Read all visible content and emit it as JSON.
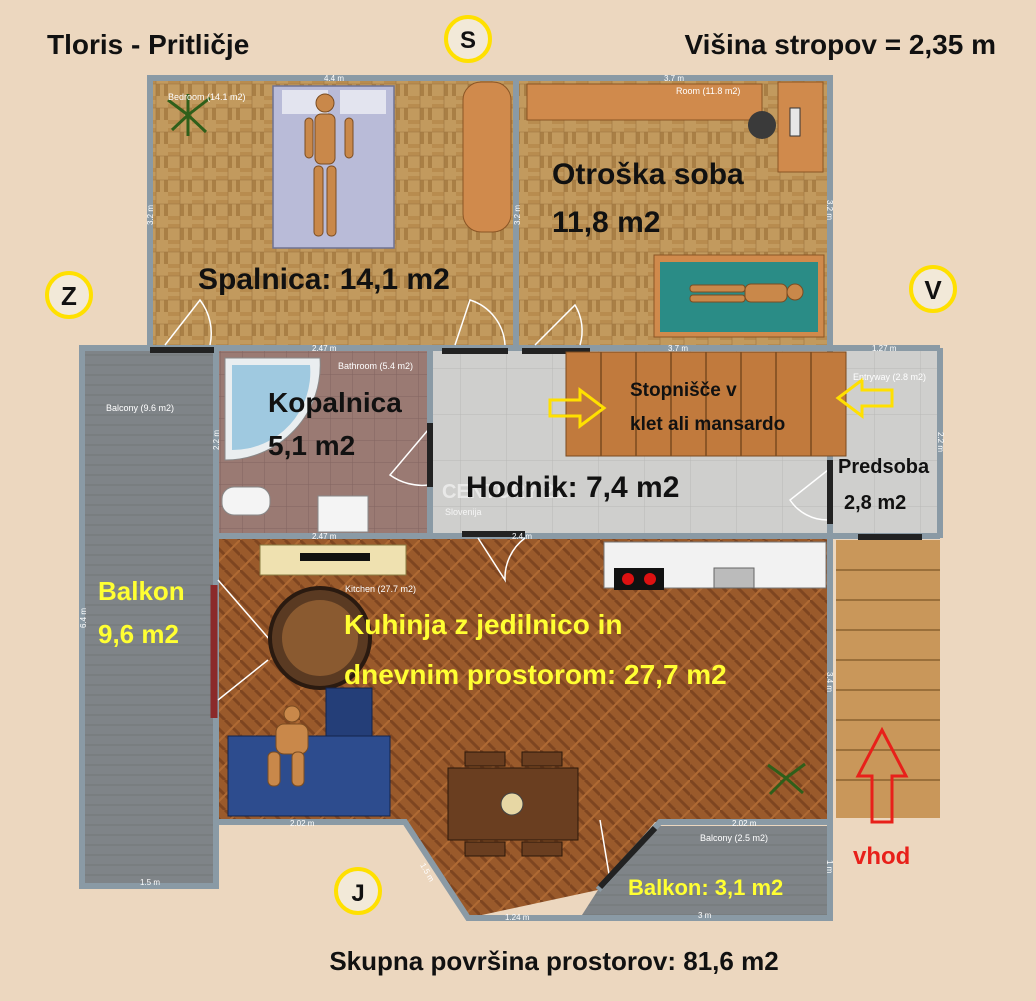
{
  "header": {
    "title": "Tloris - Pritličje",
    "ceiling_height": "Višina stropov = 2,35 m"
  },
  "compass": {
    "north": "S",
    "east": "V",
    "south": "J",
    "west": "Z"
  },
  "rooms": {
    "bedroom": {
      "label": "Spalnica: 14,1 m2",
      "small_label": "Bedroom (14.1 m2)"
    },
    "kids_room": {
      "label_line1": "Otroška soba",
      "label_line2": "11,8 m2",
      "small_label": "Room (11.8 m2)"
    },
    "bathroom": {
      "label_line1": "Kopalnica",
      "label_line2": "5,1 m2",
      "small_label": "Bathroom (5.4 m2)"
    },
    "hallway": {
      "label": "Hodnik: 7,4 m2"
    },
    "stairs": {
      "label_line1": "Stopnišče v",
      "label_line2": "klet ali mansardo"
    },
    "entry": {
      "label_line1": "Predsoba",
      "label_line2": "2,8 m2",
      "small_label": "Entryway (2.8 m2)"
    },
    "balcony_west": {
      "label_line1": "Balkon",
      "label_line2": "9,6 m2",
      "small_label": "Balcony (9.6 m2)"
    },
    "kitchen": {
      "label_line1": "Kuhinja z jedilnico in",
      "label_line2": "dnevnim prostorom: 27,7 m2",
      "small_label": "Kitchen (27.7 m2)"
    },
    "balcony_south": {
      "label": "Balkon: 3,1 m2",
      "small_label": "Balcony (2.5 m2)"
    }
  },
  "entrance": {
    "label": "vhod"
  },
  "total": {
    "label": "Skupna površina prostorov: 81,6 m2"
  },
  "dimensions": {
    "bedroom_width": "4.4 m",
    "kids_width": "3.7 m",
    "bedroom_height": "3.2 m",
    "kids_height_left": "3.2 m",
    "kids_height_right": "3.2 m",
    "bath_width_top": "2.47 m",
    "bath_width_bottom": "2.47 m",
    "bath_height": "2.2 m",
    "hall_width": "3.7 m",
    "entry_width": "1.27 m",
    "entry_height": "2.2 m",
    "balcony_height": "6.4 m",
    "balcony_width": "1.5 m",
    "kitchen_bottom": "2.02 m",
    "bay_diag": "1.5 m",
    "bay_bottom": "1.24 m",
    "south_balcony_top": "2.02 m",
    "south_balcony_bottom": "3 m",
    "south_balcony_side": "1 m",
    "kitchen_right": "3.4 m",
    "hall_dim": "2.4 m"
  },
  "watermark": {
    "line1": "CENTURY 21",
    "line2": "Slovenija"
  },
  "colors": {
    "marker_yellow": "#ffe000",
    "label_yellow": "#ffff33",
    "entrance_red": "#e8201a",
    "wall": "#8a9aa5"
  }
}
